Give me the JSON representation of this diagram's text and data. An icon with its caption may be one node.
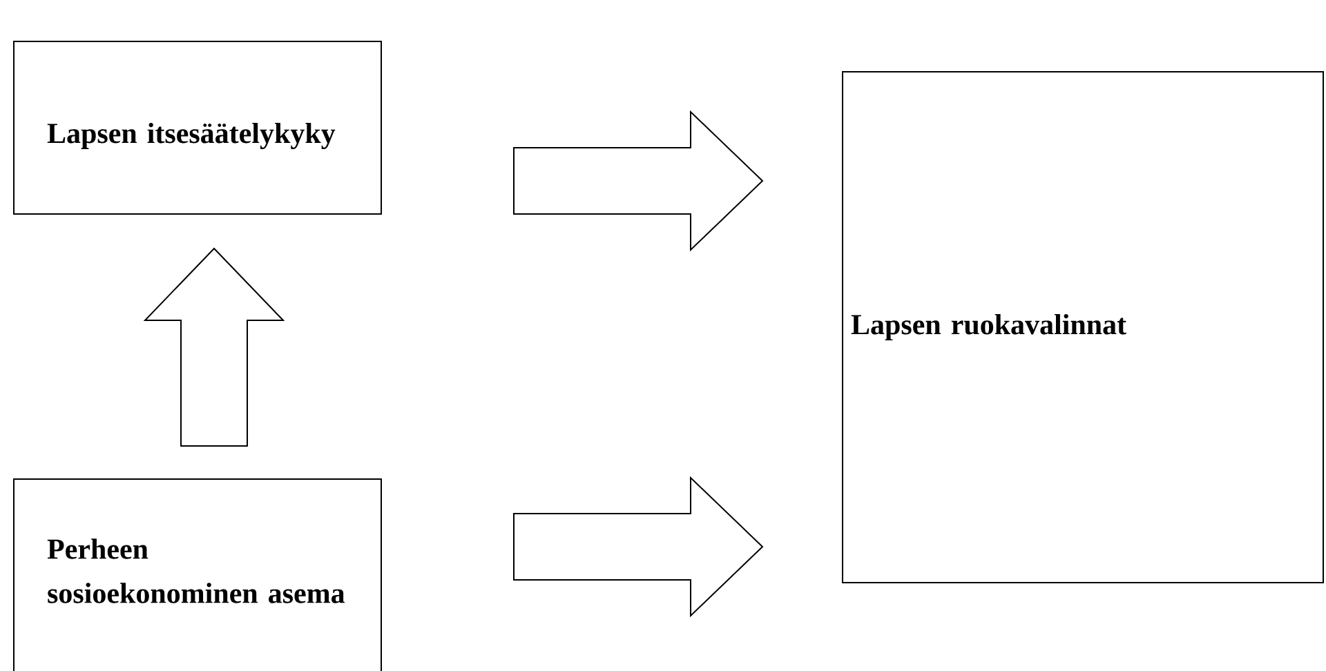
{
  "diagram": {
    "nodes": [
      {
        "text": [
          "Lapsen itsesäätelykyky"
        ]
      },
      {
        "text": [
          "Perheen sosioekonominen asema"
        ]
      },
      {
        "text": [
          "Lapsen ruokavalinnat"
        ]
      }
    ],
    "edges": [
      {
        "from": 1,
        "to": 0,
        "arrow": "to"
      },
      {
        "from": 0,
        "to": 2,
        "arrow": "to"
      },
      {
        "from": 1,
        "to": 2,
        "arrow": "to"
      }
    ]
  }
}
